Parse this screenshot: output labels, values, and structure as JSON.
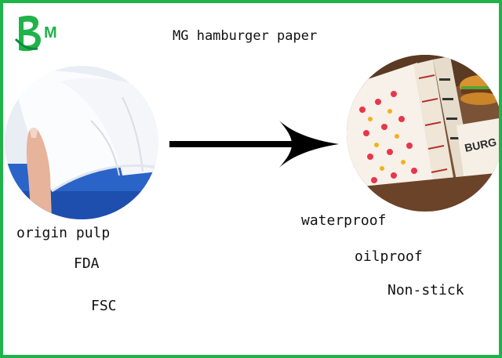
{
  "brand": {
    "logo_letters": "BM",
    "colors": {
      "green": "#1fb34a",
      "dark_green": "#0a8a3a"
    }
  },
  "title": "MG hamburger paper",
  "left_features": [
    "origin pulp",
    "FDA",
    "FSC"
  ],
  "right_features": [
    "waterproof",
    "oilproof",
    "Non-stick"
  ],
  "images": {
    "pulp_photo": "white paper pulp sheets with finger",
    "wrapping_photo": "printed hamburger wrapping paper with burger"
  },
  "arrow": "arrow-right-icon",
  "colors": {
    "border": "#1fb34a",
    "text": "#111111",
    "arrow": "#000000"
  }
}
